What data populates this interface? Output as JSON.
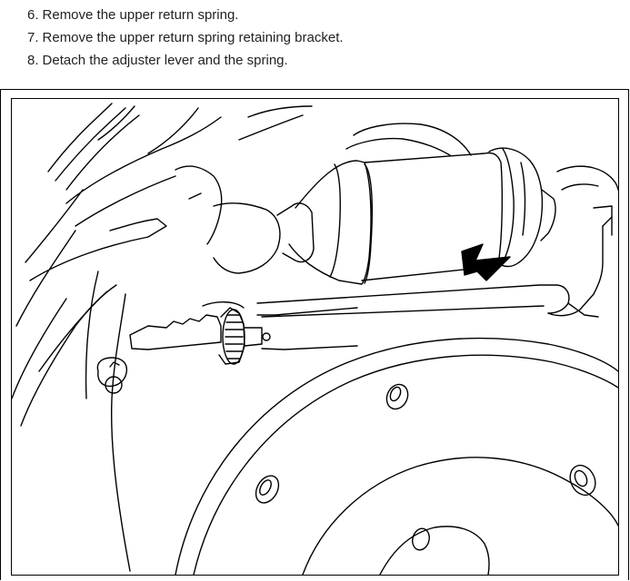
{
  "instructions": {
    "steps": [
      {
        "number": "6.",
        "text": "Remove the upper return spring."
      },
      {
        "number": "7.",
        "text": "Remove the upper return spring retaining bracket."
      },
      {
        "number": "8.",
        "text": "Detach the adjuster lever and the spring."
      }
    ]
  },
  "figure": {
    "line_color": "#000000",
    "background_color": "#ffffff",
    "arrow_icon": "arrow-down-right-icon"
  }
}
